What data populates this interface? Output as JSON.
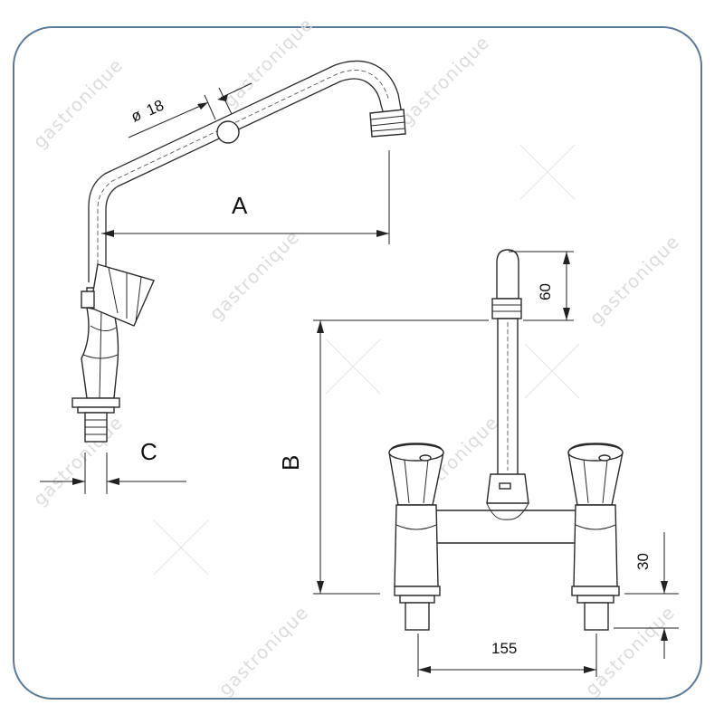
{
  "watermark": {
    "text": "gastronique"
  },
  "dimensions": {
    "A": "A",
    "B": "B",
    "C": "C",
    "diameter": "18",
    "spout_height": "60",
    "connector_height": "30",
    "spacing": "155"
  },
  "colors": {
    "frame": "#5a7a98",
    "line": "#2a2a2a",
    "watermark": "#dcdcdc"
  }
}
